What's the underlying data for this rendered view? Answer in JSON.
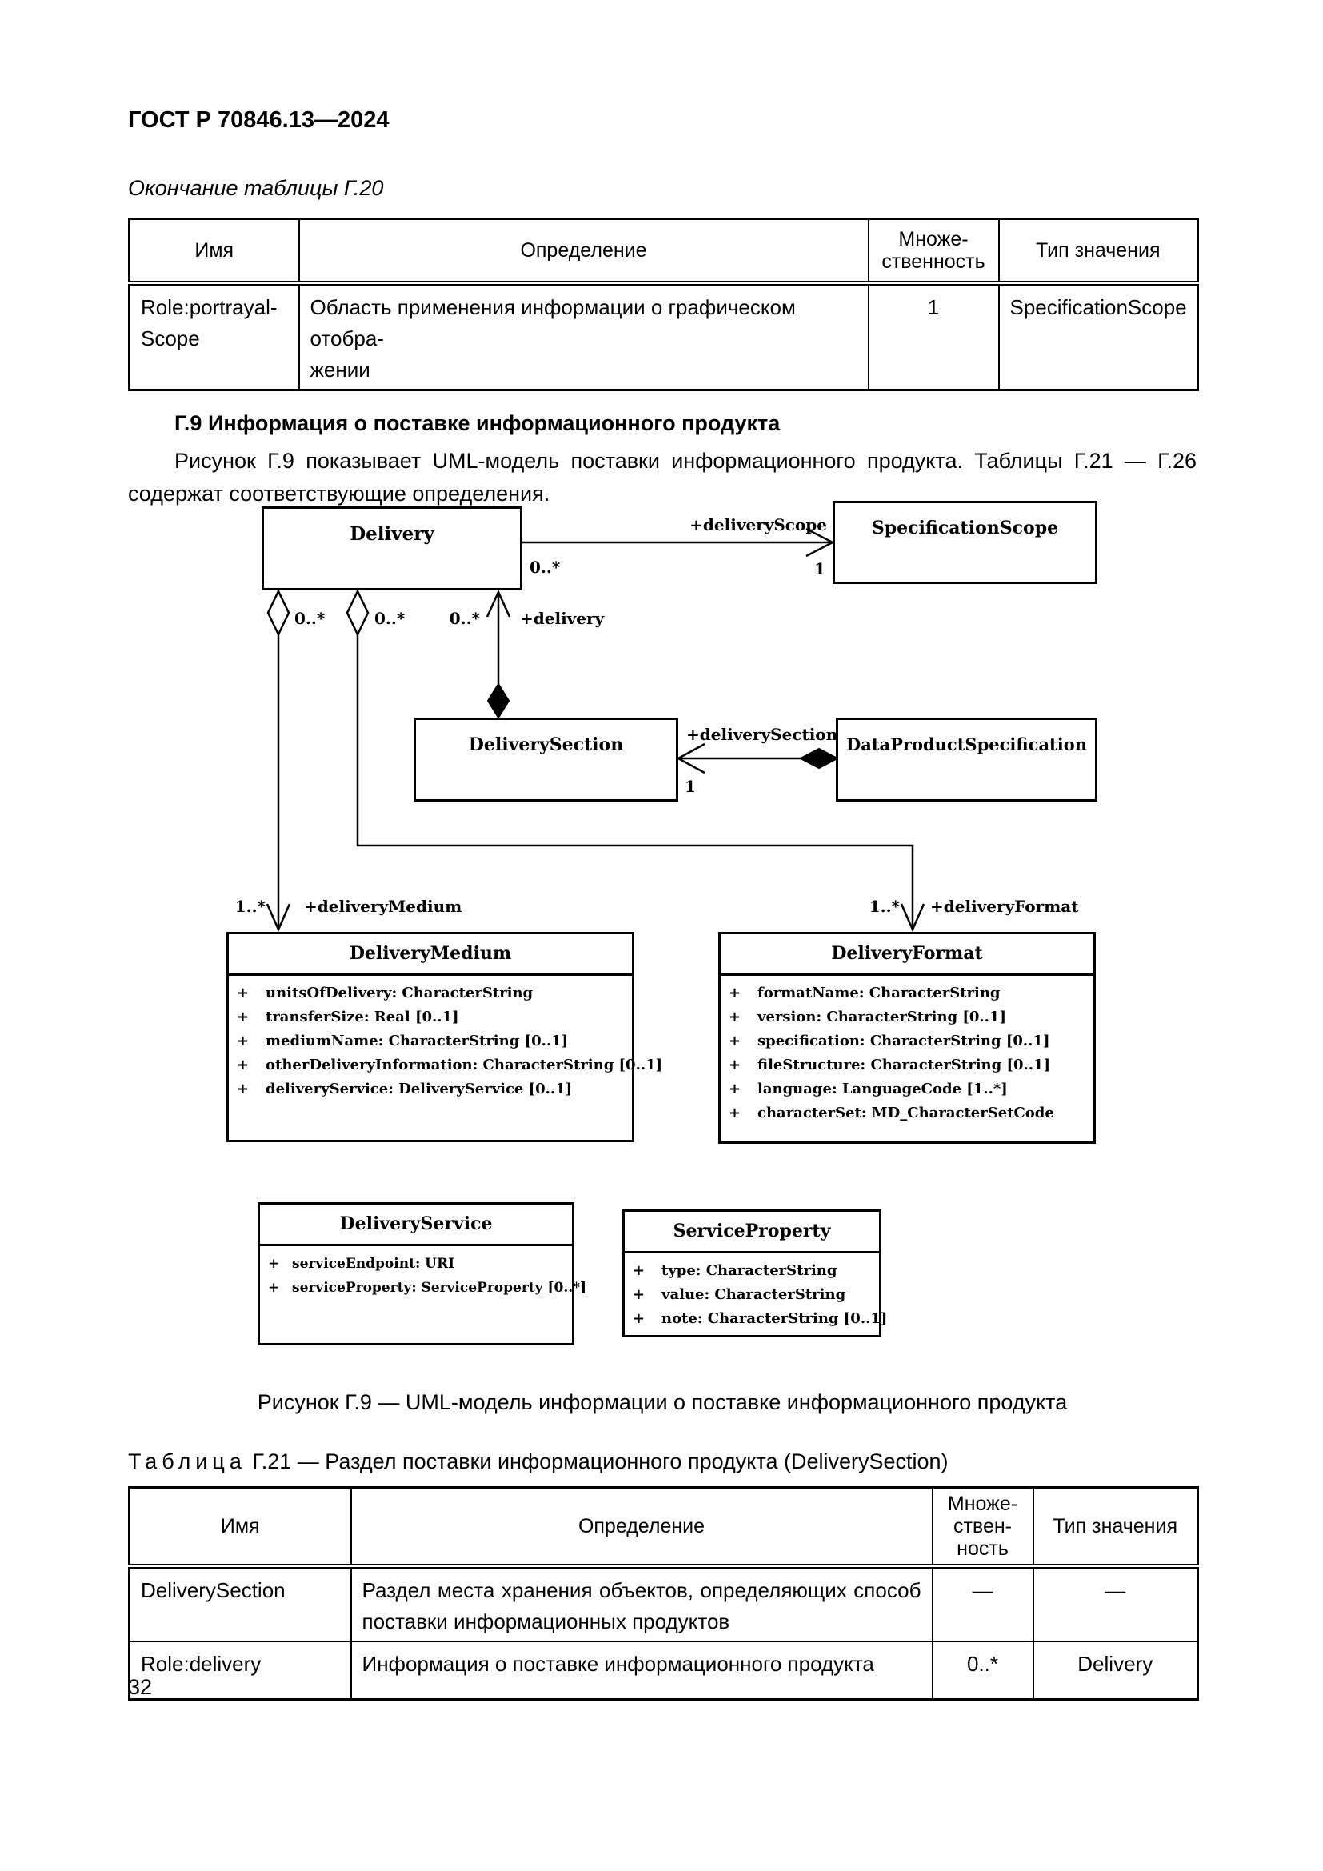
{
  "page": {
    "header": "ГОСТ Р 70846.13—2024",
    "continuation_note": "Окончание таблицы Г.20",
    "page_number": "32"
  },
  "table_g20": {
    "headers": [
      "Имя",
      "Определение",
      "Множе-\nственность",
      "Тип значения"
    ],
    "rows": [
      [
        "Role:portrayal-\nScope",
        "Область применения информации о графическом отобра-\nжении",
        "1",
        "SpecificationScope"
      ]
    ]
  },
  "section": {
    "heading": "Г.9 Информация о поставке информационного продукта",
    "paragraph": "Рисунок Г.9 показывает UML-модель поставки информационного продукта. Таблицы Г.21 — Г.26 содержат соответствующие определения."
  },
  "diagram": {
    "plus": "+",
    "classes": {
      "delivery": {
        "title": "Delivery"
      },
      "specification_scope": {
        "title": "SpecificationScope"
      },
      "delivery_section": {
        "title": "DeliverySection"
      },
      "data_product_specification": {
        "title": "DataProductSpecification"
      },
      "delivery_medium": {
        "title": "DeliveryMedium",
        "attrs": [
          "unitsOfDelivery: CharacterString",
          "transferSize: Real [0..1]",
          "mediumName: CharacterString [0..1]",
          "otherDeliveryInformation: CharacterString [0..1]",
          "deliveryService: DeliveryService [0..1]"
        ]
      },
      "delivery_format": {
        "title": "DeliveryFormat",
        "attrs": [
          "formatName: CharacterString",
          "version: CharacterString [0..1]",
          "specification: CharacterString [0..1]",
          "fileStructure: CharacterString [0..1]",
          "language: LanguageCode [1..*]",
          "characterSet: MD_CharacterSetCode"
        ]
      },
      "delivery_service": {
        "title": "DeliveryService",
        "attrs": [
          "serviceEndpoint: URI",
          "serviceProperty: ServiceProperty [0..*]"
        ]
      },
      "service_property": {
        "title": "ServiceProperty",
        "attrs": [
          "type: CharacterString",
          "value: CharacterString",
          "note: CharacterString [0..1]"
        ]
      }
    },
    "labels": {
      "delivery_scope_role": "+deliveryScope",
      "delivery_scope_mult_src": "0..*",
      "delivery_scope_mult_tgt": "1",
      "medium_agg_mult": "0..*",
      "format_agg_mult": "0..*",
      "delivery_role_mult": "0..*",
      "delivery_role": "+delivery",
      "delivery_medium_mult": "1..*",
      "delivery_medium_role": "+deliveryMedium",
      "delivery_format_mult": "1..*",
      "delivery_format_role": "+deliveryFormat",
      "delivery_section_role": "+deliverySection",
      "delivery_section_mult": "1"
    }
  },
  "figure": {
    "caption": "Рисунок Г.9 — UML-модель информации о поставке информационного продукта"
  },
  "table_g21": {
    "caption_prefix": "Таблица",
    "caption_number": "Г.21",
    "caption_rest": "— Раздел поставки информационного продукта (DeliverySection)",
    "headers": [
      "Имя",
      "Определение",
      "Множе-\nствен-\nность",
      "Тип значения"
    ],
    "rows": [
      [
        "DeliverySection",
        "Раздел места хранения объектов, определяющих способ поставки информационных продуктов",
        "—",
        "—"
      ],
      [
        "Role:delivery",
        "Информация о поставке информационного продукта",
        "0..*",
        "Delivery"
      ]
    ]
  }
}
